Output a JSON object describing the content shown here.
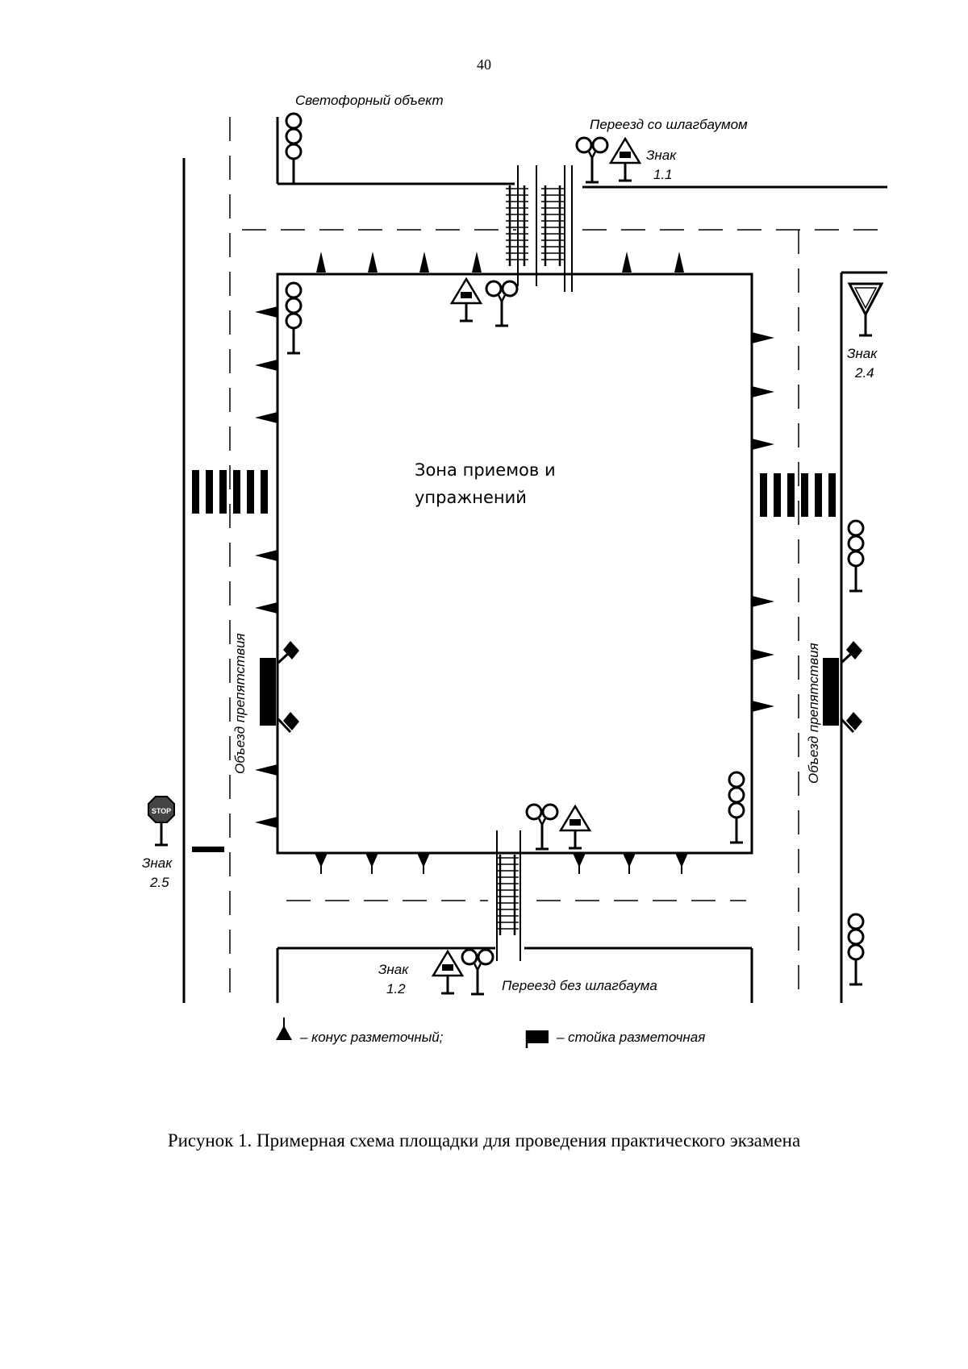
{
  "page_number": "40",
  "labels": {
    "traffic_light_object": "Светофорный объект",
    "crossing_with_barrier": "Переезд со шлагбаумом",
    "crossing_without_barrier": "Переезд без шлагбаума",
    "sign_word": "Знак",
    "sign_1_1": "1.1",
    "sign_1_2": "1.2",
    "sign_2_4": "2.4",
    "sign_2_5": "2.5",
    "stop_text": "STOP",
    "zone_line1": "Зона приемов и",
    "zone_line2": "упражнений",
    "detour_left": "Объезд препятствия",
    "detour_right": "Объезд препятствия"
  },
  "legend": {
    "cone": "– конус  разметочный;",
    "post": "– стойка разметочная"
  },
  "caption": "Рисунок 1. Примерная схема площадки для проведения практического экзамена",
  "icons": {
    "cone": "cone-icon",
    "post": "marker-post-icon",
    "traffic_light": "traffic-light-icon",
    "railway_signal": "railway-signal-icon",
    "warning_sign": "warning-sign-icon",
    "yield_sign": "yield-sign-icon",
    "stop_sign": "stop-sign-icon",
    "crosswalk": "crosswalk-icon",
    "rail_track": "rail-track-icon"
  }
}
